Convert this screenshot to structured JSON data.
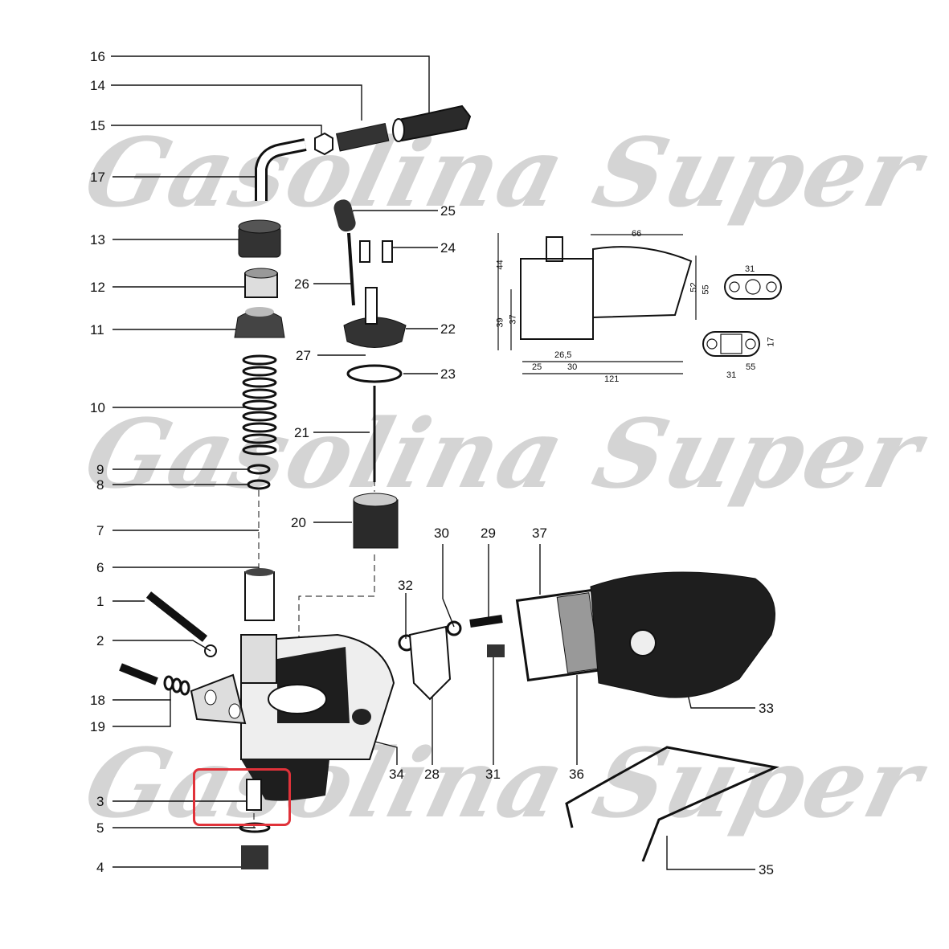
{
  "watermark": "Gasolina Super",
  "callouts": [
    "16",
    "14",
    "15",
    "17",
    "13",
    "12",
    "11",
    "10",
    "9",
    "8",
    "7",
    "6",
    "1",
    "2",
    "18",
    "19",
    "3",
    "5",
    "4",
    "25",
    "24",
    "26",
    "22",
    "27",
    "23",
    "21",
    "20",
    "30",
    "29",
    "37",
    "32",
    "34",
    "28",
    "31",
    "36",
    "33",
    "35"
  ],
  "dimensions": {
    "top": "66",
    "left_top": "44",
    "left_mid": "37",
    "left_low": "39",
    "right": "52",
    "bottom_a": "26,5",
    "bottom_b": "25",
    "bottom_c": "30",
    "bottom_total": "121",
    "flange1_w": "31",
    "flange1_h": "55",
    "flange2_h": "17",
    "flange2_w": "31",
    "flange2_s": "55"
  },
  "highlight": {
    "target_part": "3",
    "color": "#e0323a"
  }
}
